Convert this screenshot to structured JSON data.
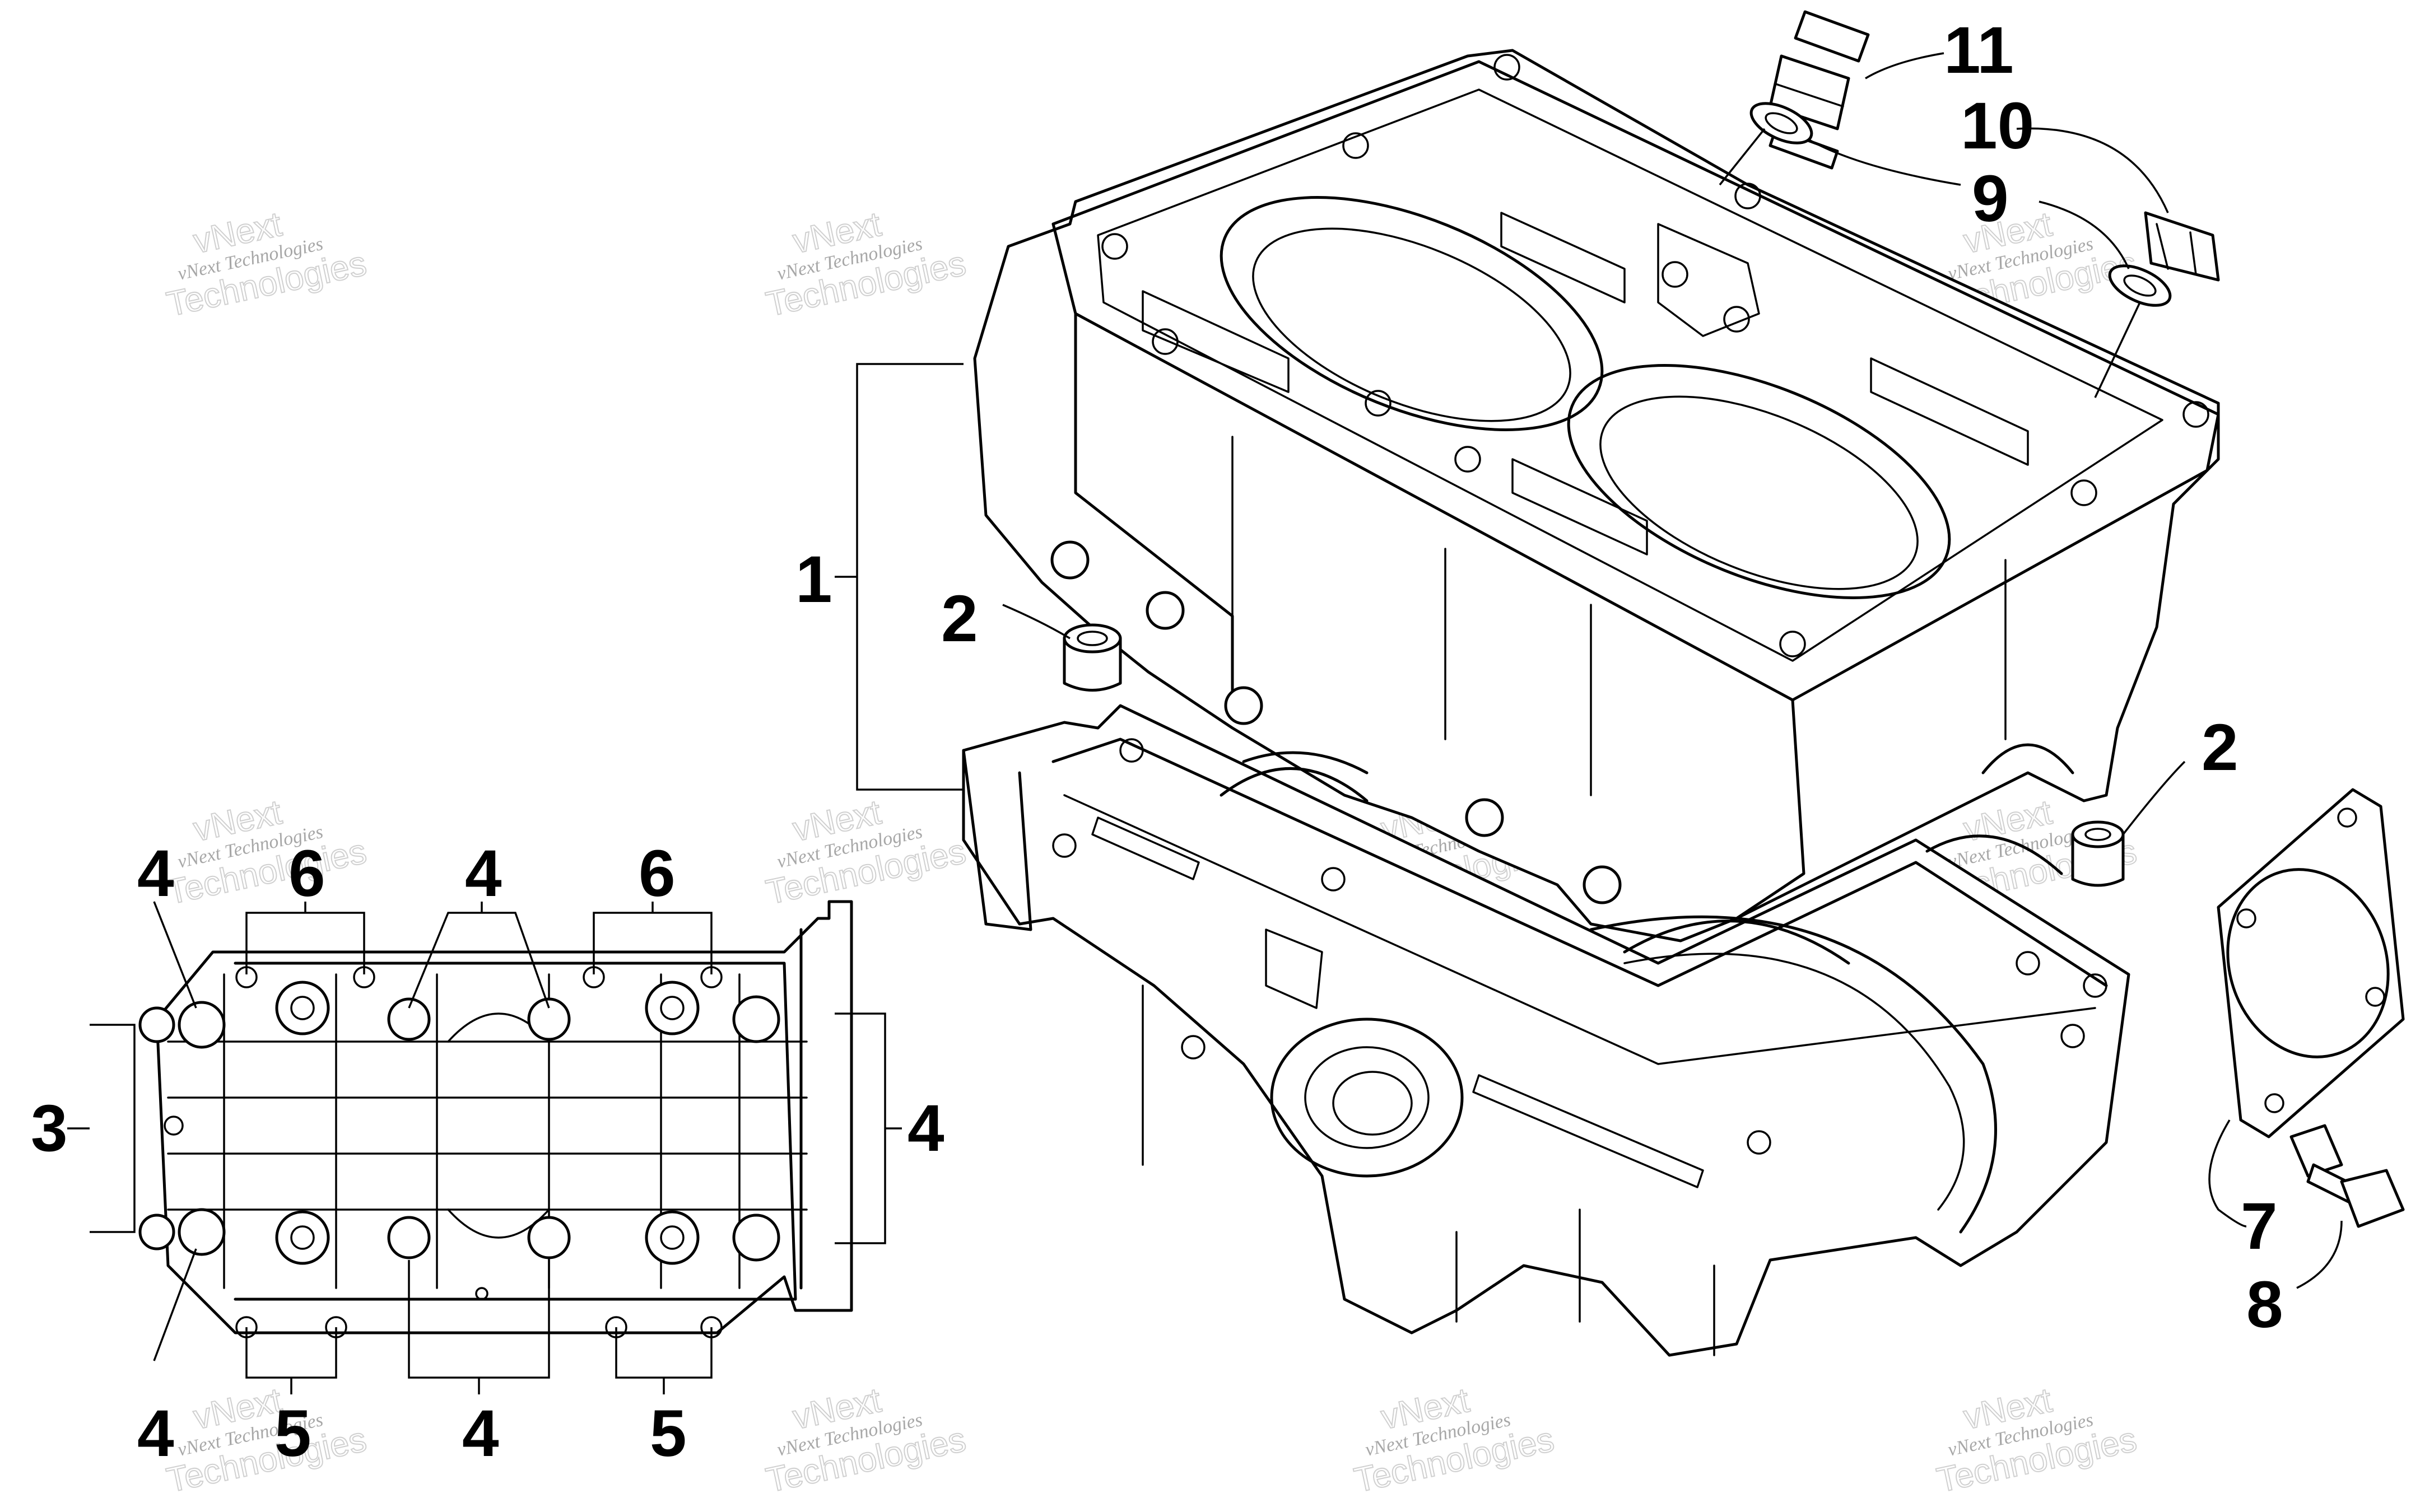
{
  "watermark": {
    "line1": "vNext Technologies",
    "line2": "vNext",
    "line3": "Technologies"
  },
  "callouts": {
    "c11": "11",
    "c10": "10",
    "c9": "9",
    "c1": "1",
    "c2_upper": "2",
    "c2_right": "2",
    "c7": "7",
    "c8": "8",
    "c3": "3",
    "c4_top_left": "4",
    "c4_top_mid": "4",
    "c4_right": "4",
    "c4_bottom_left": "4",
    "c4_bottom_mid": "4",
    "c6_left": "6",
    "c6_right": "6",
    "c5_left": "5",
    "c5_right": "5"
  }
}
